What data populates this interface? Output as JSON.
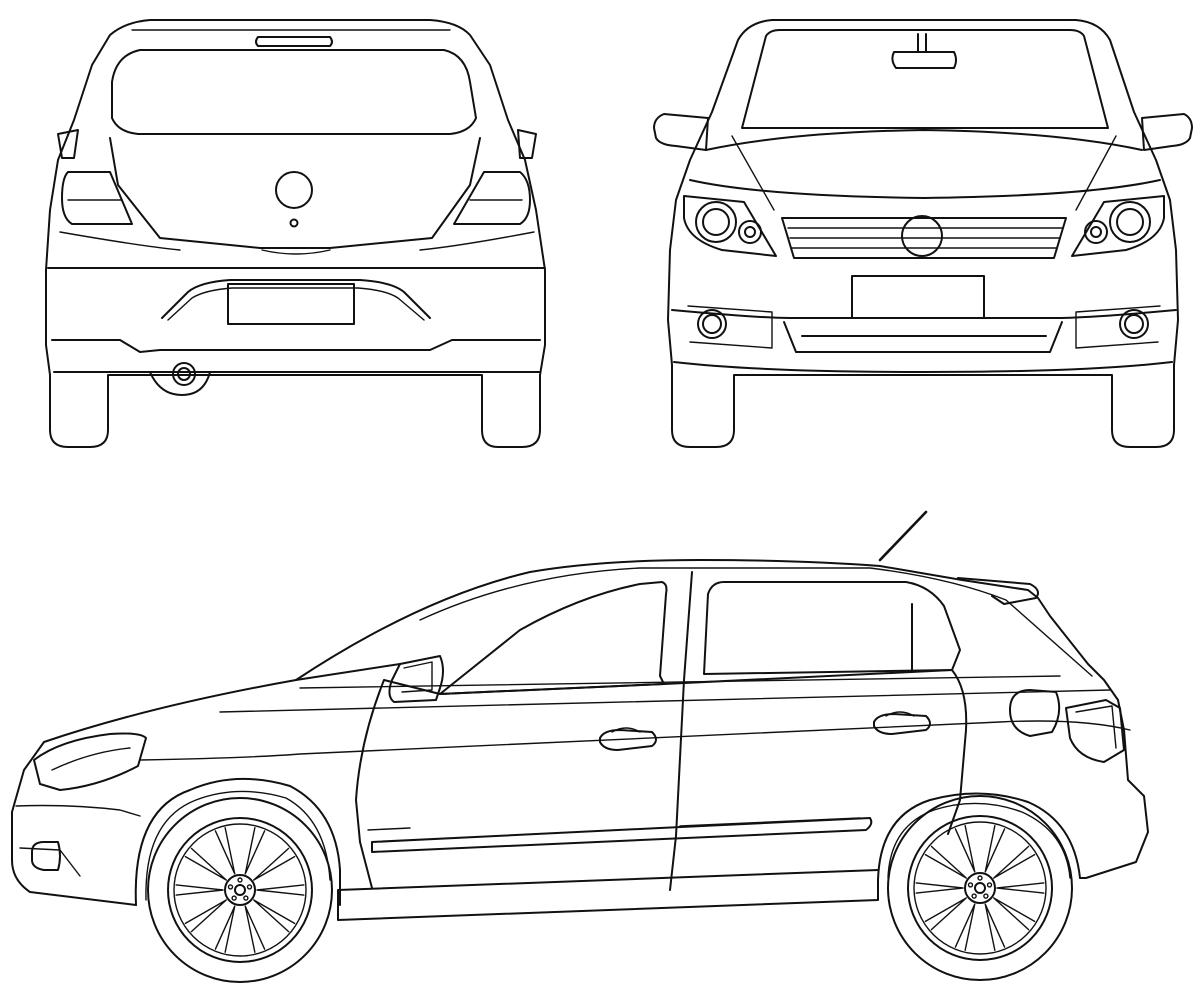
{
  "drawing": {
    "line_color": "#111111",
    "background_color": "#ffffff",
    "views": [
      {
        "id": "rear-view",
        "label": ""
      },
      {
        "id": "front-view",
        "label": ""
      },
      {
        "id": "side-view",
        "label": ""
      }
    ]
  }
}
